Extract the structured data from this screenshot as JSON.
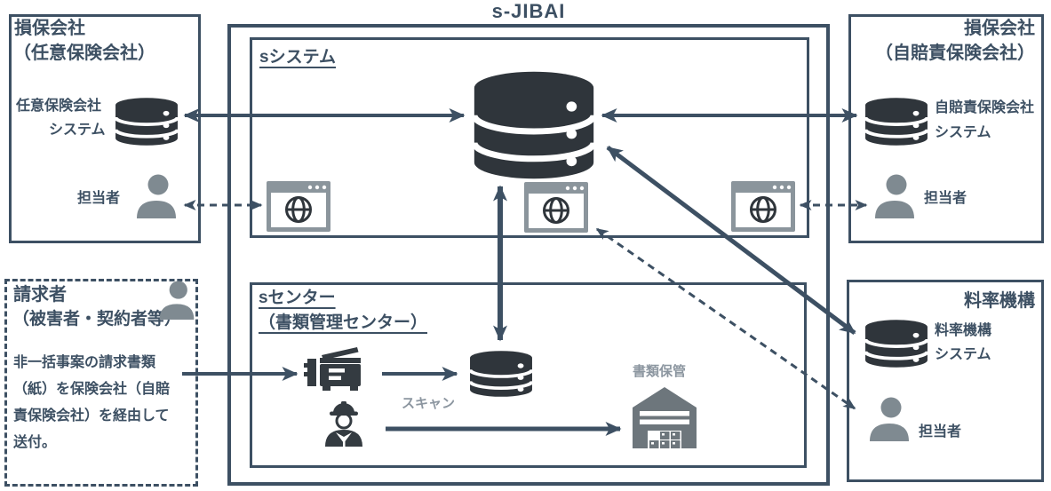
{
  "title": "s-JIBAI",
  "colors": {
    "line": "#3d5063",
    "database": "#2f353b",
    "person": "#7f8a91",
    "browser": "#8b959c",
    "worker": "#343b41",
    "warehouse": "#6d767c",
    "label_gray": "#8c96a0"
  },
  "icons": {
    "database": "database-cylinder-stack",
    "browser": "web-browser-window-with-globe",
    "person": "person-silhouette",
    "worker": "worker-with-hard-hat",
    "scanner": "multifunction-copier-scanner",
    "warehouse": "warehouse-with-boxes"
  },
  "s_system": {
    "label": "sシステム"
  },
  "s_center": {
    "label1": "sセンター",
    "label2": "（書類管理センター）",
    "scan": "スキャン",
    "storage": "書類保管"
  },
  "left_top_box": {
    "title1": "損保会社",
    "title2": "（任意保険会社）",
    "db_label1": "任意保険会社",
    "db_label2": "システム",
    "person": "担当者"
  },
  "right_top_box": {
    "title1": "損保会社",
    "title2": "（自賠責保険会社）",
    "db_label1": "自賠責保険会社",
    "db_label2": "システム",
    "person": "担当者"
  },
  "rate_org": {
    "title": "料率機構",
    "db_label1": "料率機構",
    "db_label2": "システム",
    "person": "担当者"
  },
  "claimant": {
    "title1": "請求者",
    "title2": "（被害者・契約者等）",
    "lines": [
      "非一括事案の請求書類",
      "（紙）を保険会社（自賠",
      "責保険会社）を経由して",
      "送付。"
    ]
  }
}
